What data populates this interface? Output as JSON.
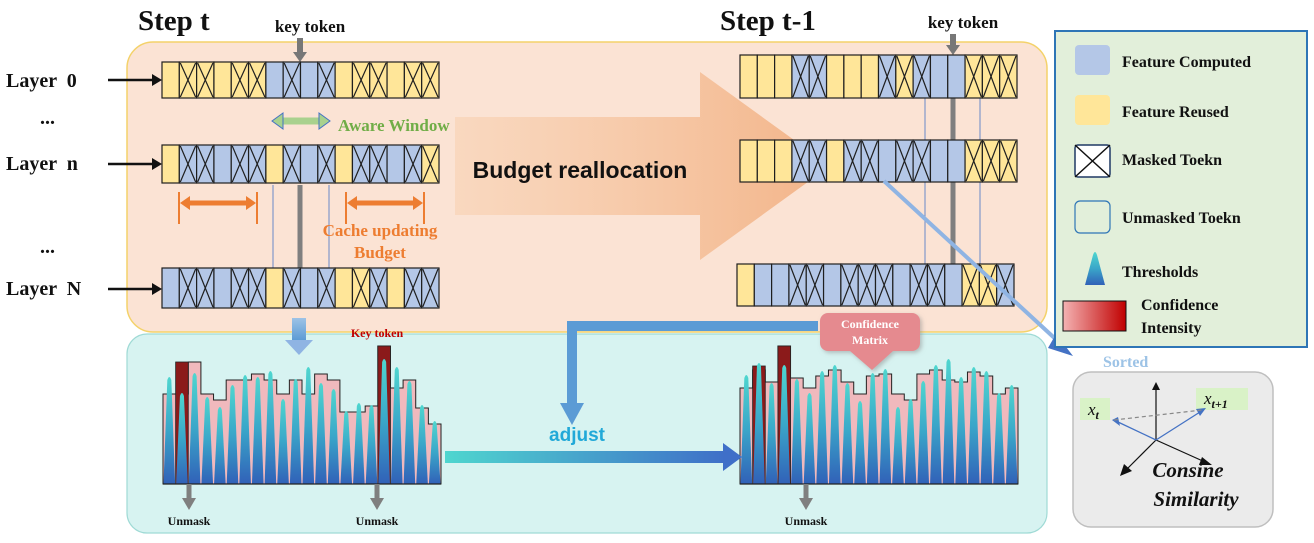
{
  "top": {
    "step_t": "Step t",
    "step_t1": "Step t-1",
    "key_token_left": "key token",
    "key_token_right": "key token",
    "aware_window": "Aware Window",
    "cache_budget_1": "Cache updating",
    "cache_budget_2": "Budget",
    "budget_reallocation": "Budget reallocation"
  },
  "layers": [
    {
      "label": "Layer  0"
    },
    {
      "label": "..."
    },
    {
      "label": "Layer  n"
    },
    {
      "label": "..."
    },
    {
      "label": "Layer  N"
    }
  ],
  "bottom": {
    "key_token": "Key token",
    "confidence_matrix_1": "Confidence",
    "confidence_matrix_2": "Matrix",
    "adjust": "adjust",
    "unmask": [
      "Unmask",
      "Unmask",
      "Unmask"
    ]
  },
  "legend": {
    "items": [
      {
        "label": "Feature Computed",
        "kind": "computed"
      },
      {
        "label": "Feature Reused",
        "kind": "reused"
      },
      {
        "label": "Masked Toekn",
        "kind": "masked"
      },
      {
        "label": "Unmasked Toekn",
        "kind": "unmasked"
      },
      {
        "label": "Thresholds",
        "kind": "threshold"
      },
      {
        "label_1": "Confidence",
        "label_2": "Intensity",
        "kind": "confidence"
      }
    ]
  },
  "cosine": {
    "sorted": "Sorted",
    "x_t": "x",
    "x_t_sub": "t",
    "x_t1": "x",
    "x_t1_sub": "t+1",
    "title_1": "Consine",
    "title_2": "Similarity"
  },
  "colors": {
    "computed": "#b4c7e7",
    "reused": "#ffe699",
    "top_panel": "#fbe3d4",
    "bottom_panel": "#d7f3f1",
    "legend_panel": "#e2efda",
    "arrow_orange": "#ed7d31",
    "arrow_blue": "#4472c4",
    "teal": "#33b6c2",
    "dark_red": "#8b1a1a"
  }
}
